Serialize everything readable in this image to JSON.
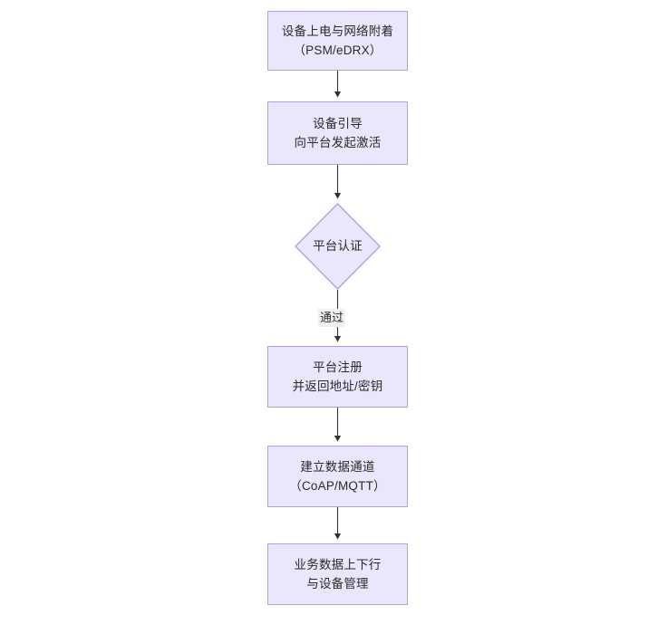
{
  "diagram": {
    "type": "flowchart",
    "title": "",
    "direction": "top-to-bottom",
    "background_color": "#ffffff",
    "node_fill_color": "#eae6fb",
    "node_border_color": "#b39fe0",
    "edge_color": "#333333",
    "text_color": "#2b2b2b",
    "nodes": [
      {
        "id": "n1",
        "shape": "rectangle",
        "line1": "设备上电与网络附着",
        "line2": "（PSM/eDRX）"
      },
      {
        "id": "n2",
        "shape": "rectangle",
        "line1": "设备引导",
        "line2": "向平台发起激活"
      },
      {
        "id": "n3",
        "shape": "diamond",
        "line1": "平台认证",
        "line2": ""
      },
      {
        "id": "n4",
        "shape": "rectangle",
        "line1": "平台注册",
        "line2": "并返回地址/密钥"
      },
      {
        "id": "n5",
        "shape": "rectangle",
        "line1": "建立数据通道",
        "line2": "（CoAP/MQTT）"
      },
      {
        "id": "n6",
        "shape": "rectangle",
        "line1": "业务数据上下行",
        "line2": "与设备管理"
      }
    ],
    "edges": [
      {
        "from": "n1",
        "to": "n2",
        "label": ""
      },
      {
        "from": "n2",
        "to": "n3",
        "label": ""
      },
      {
        "from": "n3",
        "to": "n4",
        "label": "通过"
      },
      {
        "from": "n4",
        "to": "n5",
        "label": ""
      },
      {
        "from": "n5",
        "to": "n6",
        "label": ""
      }
    ]
  }
}
